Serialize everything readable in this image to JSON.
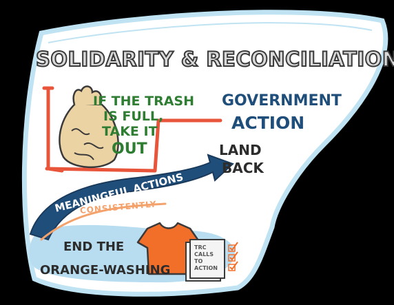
{
  "title": "SOLIDARITY & RECONCILIATION",
  "trash_note": [
    "IF THE TRASH",
    "IS FULL,",
    "TAKE IT",
    "OUT"
  ],
  "government": [
    "GOVERNMENT",
    "ACTION"
  ],
  "land_back": [
    "LAND",
    "BACK"
  ],
  "arrow_label": "MEANINGFUL ACTIONS",
  "arrow_sublabel": "CONSISTENTLY",
  "end_label": [
    "END THE",
    "ORANGE-WASHING"
  ],
  "doc_text": [
    "TRC",
    "CALLS",
    "TO",
    "ACTION"
  ],
  "colors": {
    "bubble_outline": "#bfe3f2",
    "red_bracket": "#e8553a",
    "green_text": "#2e7d32",
    "blue_text": "#1f4e7a",
    "arrow_blue": "#1f4e7a",
    "orange_underline": "#f4a26b",
    "shirt": "#f26f2a",
    "blue_splash": "#b9ddf0",
    "bag": "#ecd3a4"
  }
}
